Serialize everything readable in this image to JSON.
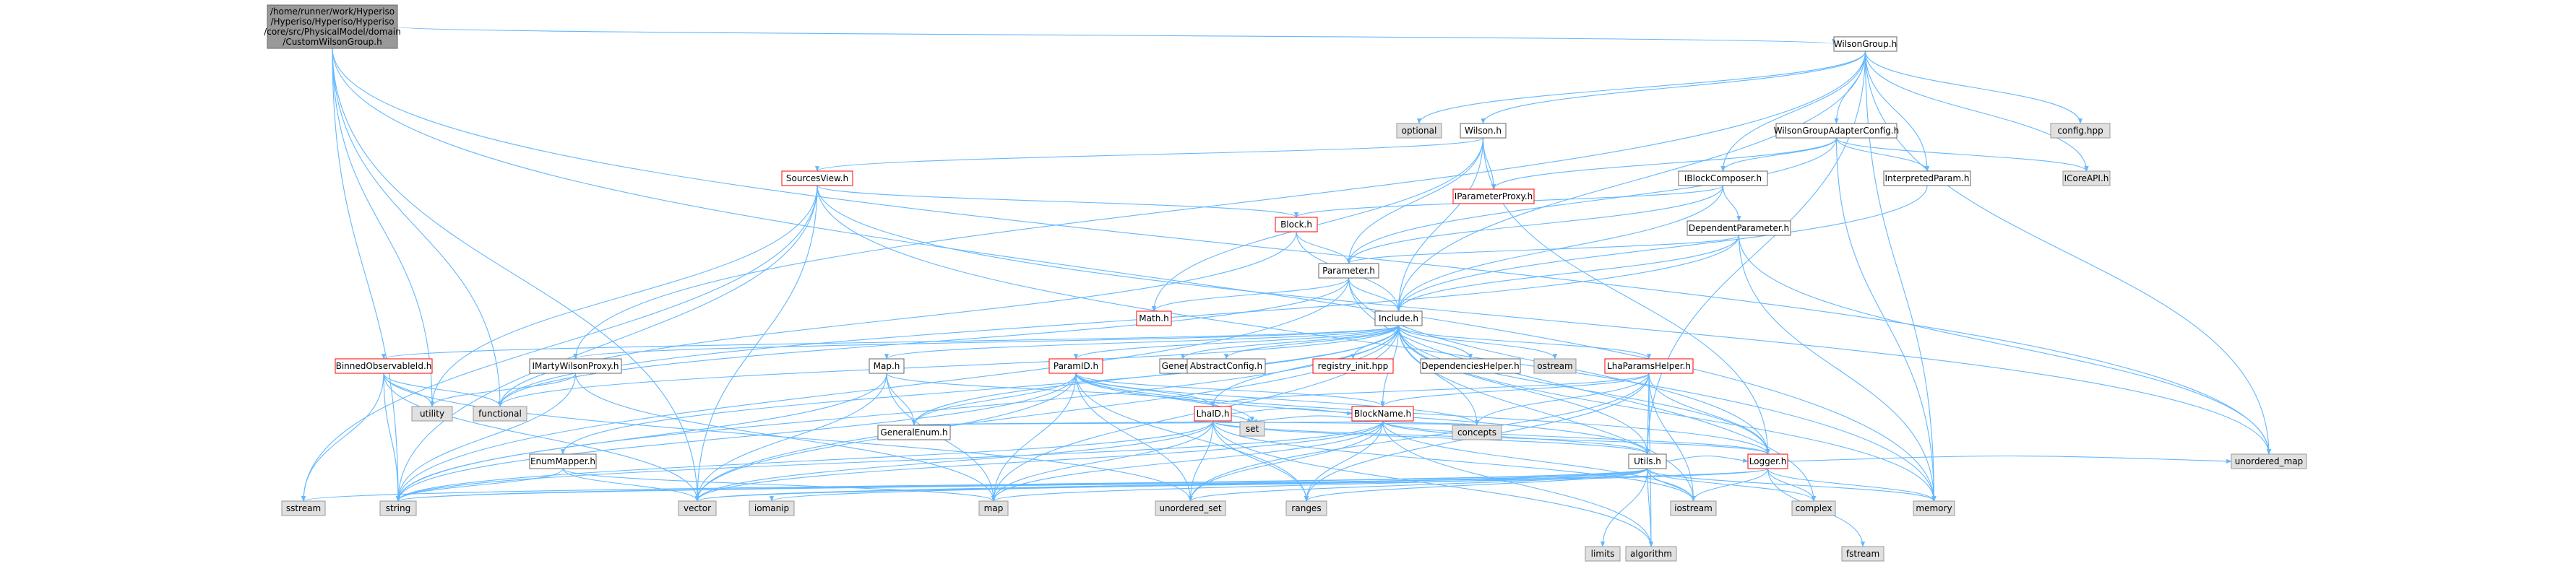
{
  "colors": {
    "edge": "#63b8ff",
    "node_fill": "#ffffff",
    "node_border": "#666666",
    "root_fill": "#999999",
    "external_fill": "#e0e0e0",
    "external_border": "#999999",
    "red_border": "#ff0000"
  },
  "nodes": [
    {
      "id": "root",
      "kind": "root",
      "lines": [
        "/home/runner/work/Hyperiso",
        "/Hyperiso/Hyperiso/Hyperiso",
        "/core/src/PhysicalModel/domain",
        "/CustomWilsonGroup.h"
      ]
    },
    {
      "id": "WilsonGroup",
      "kind": "normal",
      "lines": [
        "WilsonGroup.h"
      ]
    },
    {
      "id": "optional",
      "kind": "external",
      "lines": [
        "optional"
      ]
    },
    {
      "id": "Wilson",
      "kind": "normal",
      "lines": [
        "Wilson.h"
      ]
    },
    {
      "id": "WilsonGroupAdapterConfig",
      "kind": "normal",
      "lines": [
        "WilsonGroupAdapterConfig.h"
      ]
    },
    {
      "id": "config",
      "kind": "external",
      "lines": [
        "config.hpp"
      ]
    },
    {
      "id": "SourcesView",
      "kind": "red",
      "lines": [
        "SourcesView.h"
      ]
    },
    {
      "id": "IParameterProxy",
      "kind": "red",
      "lines": [
        "IParameterProxy.h"
      ]
    },
    {
      "id": "IBlockComposer",
      "kind": "normal",
      "lines": [
        "IBlockComposer.h"
      ]
    },
    {
      "id": "InterpretedParam",
      "kind": "normal",
      "lines": [
        "InterpretedParam.h"
      ]
    },
    {
      "id": "ICoreAPI",
      "kind": "external",
      "lines": [
        "ICoreAPI.h"
      ]
    },
    {
      "id": "Block",
      "kind": "red",
      "lines": [
        "Block.h"
      ]
    },
    {
      "id": "DependentParameter",
      "kind": "normal",
      "lines": [
        "DependentParameter.h"
      ]
    },
    {
      "id": "Parameter",
      "kind": "normal",
      "lines": [
        "Parameter.h"
      ]
    },
    {
      "id": "Math",
      "kind": "red",
      "lines": [
        "Math.h"
      ]
    },
    {
      "id": "Include",
      "kind": "normal",
      "lines": [
        "Include.h"
      ]
    },
    {
      "id": "BinnedObservableId",
      "kind": "red",
      "lines": [
        "BinnedObservableId.h"
      ]
    },
    {
      "id": "IMartyWilsonProxy",
      "kind": "normal",
      "lines": [
        "IMartyWilsonProxy.h"
      ]
    },
    {
      "id": "Map",
      "kind": "normal",
      "lines": [
        "Map.h"
      ]
    },
    {
      "id": "ParamID",
      "kind": "red",
      "lines": [
        "ParamID.h"
      ]
    },
    {
      "id": "General",
      "kind": "normal",
      "lines": [
        "General.h"
      ]
    },
    {
      "id": "AbstractConfig",
      "kind": "normal",
      "lines": [
        "AbstractConfig.h"
      ]
    },
    {
      "id": "registry_init",
      "kind": "red",
      "lines": [
        "registry_init.hpp"
      ]
    },
    {
      "id": "DependenciesHelper",
      "kind": "normal",
      "lines": [
        "DependenciesHelper.h"
      ]
    },
    {
      "id": "ostream",
      "kind": "external",
      "lines": [
        "ostream"
      ]
    },
    {
      "id": "LhaParamsHelper",
      "kind": "red",
      "lines": [
        "LhaParamsHelper.h"
      ]
    },
    {
      "id": "utility",
      "kind": "external",
      "lines": [
        "utility"
      ]
    },
    {
      "id": "functional",
      "kind": "external",
      "lines": [
        "functional"
      ]
    },
    {
      "id": "LhaID",
      "kind": "red",
      "lines": [
        "LhaID.h"
      ]
    },
    {
      "id": "BlockName",
      "kind": "red",
      "lines": [
        "BlockName.h"
      ]
    },
    {
      "id": "set",
      "kind": "external",
      "lines": [
        "set"
      ]
    },
    {
      "id": "concepts",
      "kind": "external",
      "lines": [
        "concepts"
      ]
    },
    {
      "id": "EnumMapper",
      "kind": "normal",
      "lines": [
        "EnumMapper.h"
      ]
    },
    {
      "id": "GeneralEnum",
      "kind": "normal",
      "lines": [
        "GeneralEnum.h"
      ]
    },
    {
      "id": "Utils",
      "kind": "normal",
      "lines": [
        "Utils.h"
      ]
    },
    {
      "id": "Logger",
      "kind": "red",
      "lines": [
        "Logger.h"
      ]
    },
    {
      "id": "sstream",
      "kind": "external",
      "lines": [
        "sstream"
      ]
    },
    {
      "id": "string",
      "kind": "external",
      "lines": [
        "string"
      ]
    },
    {
      "id": "vector",
      "kind": "external",
      "lines": [
        "vector"
      ]
    },
    {
      "id": "iomanip",
      "kind": "external",
      "lines": [
        "iomanip"
      ]
    },
    {
      "id": "map",
      "kind": "external",
      "lines": [
        "map"
      ]
    },
    {
      "id": "unordered_set",
      "kind": "external",
      "lines": [
        "unordered_set"
      ]
    },
    {
      "id": "ranges",
      "kind": "external",
      "lines": [
        "ranges"
      ]
    },
    {
      "id": "limits",
      "kind": "external",
      "lines": [
        "limits"
      ]
    },
    {
      "id": "algorithm",
      "kind": "external",
      "lines": [
        "algorithm"
      ]
    },
    {
      "id": "iostream",
      "kind": "external",
      "lines": [
        "iostream"
      ]
    },
    {
      "id": "complex",
      "kind": "external",
      "lines": [
        "complex"
      ]
    },
    {
      "id": "fstream",
      "kind": "external",
      "lines": [
        "fstream"
      ]
    },
    {
      "id": "memory",
      "kind": "external",
      "lines": [
        "memory"
      ]
    },
    {
      "id": "unordered_map",
      "kind": "external",
      "lines": [
        "unordered_map"
      ]
    }
  ],
  "edges": [
    [
      "root",
      "WilsonGroup"
    ],
    [
      "root",
      "functional"
    ],
    [
      "root",
      "utility"
    ],
    [
      "root",
      "string"
    ],
    [
      "root",
      "vector"
    ],
    [
      "root",
      "unordered_map"
    ],
    [
      "root",
      "memory"
    ],
    [
      "WilsonGroup",
      "optional"
    ],
    [
      "WilsonGroup",
      "Wilson"
    ],
    [
      "WilsonGroup",
      "WilsonGroupAdapterConfig"
    ],
    [
      "WilsonGroup",
      "config"
    ],
    [
      "WilsonGroup",
      "IBlockComposer"
    ],
    [
      "WilsonGroup",
      "InterpretedParam"
    ],
    [
      "WilsonGroup",
      "ICoreAPI"
    ],
    [
      "WilsonGroup",
      "IMartyWilsonProxy"
    ],
    [
      "WilsonGroup",
      "Include"
    ],
    [
      "WilsonGroup",
      "Utils"
    ],
    [
      "WilsonGroup",
      "unordered_map"
    ],
    [
      "WilsonGroup",
      "memory"
    ],
    [
      "Wilson",
      "SourcesView"
    ],
    [
      "Wilson",
      "IParameterProxy"
    ],
    [
      "Wilson",
      "Parameter"
    ],
    [
      "Wilson",
      "Include"
    ],
    [
      "Wilson",
      "Math"
    ],
    [
      "Wilson",
      "Logger"
    ],
    [
      "WilsonGroupAdapterConfig",
      "IParameterProxy"
    ],
    [
      "WilsonGroupAdapterConfig",
      "IBlockComposer"
    ],
    [
      "WilsonGroupAdapterConfig",
      "InterpretedParam"
    ],
    [
      "WilsonGroupAdapterConfig",
      "ICoreAPI"
    ],
    [
      "WilsonGroupAdapterConfig",
      "Parameter"
    ],
    [
      "WilsonGroupAdapterConfig",
      "memory"
    ],
    [
      "SourcesView",
      "Block"
    ],
    [
      "SourcesView",
      "utility"
    ],
    [
      "SourcesView",
      "sstream"
    ],
    [
      "SourcesView",
      "string"
    ],
    [
      "SourcesView",
      "vector"
    ],
    [
      "SourcesView",
      "memory"
    ],
    [
      "SourcesView",
      "unordered_map"
    ],
    [
      "IBlockComposer",
      "Block"
    ],
    [
      "IBlockComposer",
      "DependentParameter"
    ],
    [
      "IBlockComposer",
      "Parameter"
    ],
    [
      "IBlockComposer",
      "Include"
    ],
    [
      "InterpretedParam",
      "Include"
    ],
    [
      "Block",
      "Parameter"
    ],
    [
      "Block",
      "Include"
    ],
    [
      "Block",
      "functional"
    ],
    [
      "DependentParameter",
      "Parameter"
    ],
    [
      "DependentParameter",
      "Include"
    ],
    [
      "DependentParameter",
      "functional"
    ],
    [
      "DependentParameter",
      "memory"
    ],
    [
      "DependentParameter",
      "unordered_map"
    ],
    [
      "Parameter",
      "Include"
    ],
    [
      "Parameter",
      "Math"
    ],
    [
      "Parameter",
      "Logger"
    ],
    [
      "Parameter",
      "functional"
    ],
    [
      "Parameter",
      "string"
    ],
    [
      "Parameter",
      "complex"
    ],
    [
      "Include",
      "BinnedObservableId"
    ],
    [
      "Include",
      "IMartyWilsonProxy"
    ],
    [
      "Include",
      "Map"
    ],
    [
      "Include",
      "ParamID"
    ],
    [
      "Include",
      "General"
    ],
    [
      "Include",
      "AbstractConfig"
    ],
    [
      "Include",
      "registry_init"
    ],
    [
      "Include",
      "DependenciesHelper"
    ],
    [
      "Include",
      "ostream"
    ],
    [
      "Include",
      "LhaParamsHelper"
    ],
    [
      "Include",
      "EnumMapper"
    ],
    [
      "Include",
      "GeneralEnum"
    ],
    [
      "Include",
      "BlockName"
    ],
    [
      "Include",
      "LhaID"
    ],
    [
      "Include",
      "Utils"
    ],
    [
      "Include",
      "Logger"
    ],
    [
      "Include",
      "concepts"
    ],
    [
      "Include",
      "map"
    ],
    [
      "Include",
      "vector"
    ],
    [
      "Include",
      "memory"
    ],
    [
      "Include",
      "functional"
    ],
    [
      "Include",
      "string"
    ],
    [
      "Include",
      "iostream"
    ],
    [
      "DependenciesHelper",
      "Include"
    ],
    [
      "BinnedObservableId",
      "utility"
    ],
    [
      "BinnedObservableId",
      "functional"
    ],
    [
      "BinnedObservableId",
      "sstream"
    ],
    [
      "BinnedObservableId",
      "string"
    ],
    [
      "BinnedObservableId",
      "vector"
    ],
    [
      "BinnedObservableId",
      "unordered_set"
    ],
    [
      "IMartyWilsonProxy",
      "string"
    ],
    [
      "IMartyWilsonProxy",
      "utility"
    ],
    [
      "IMartyWilsonProxy",
      "map"
    ],
    [
      "Map",
      "LhaID"
    ],
    [
      "Map",
      "GeneralEnum"
    ],
    [
      "Map",
      "map"
    ],
    [
      "Map",
      "string"
    ],
    [
      "Map",
      "vector"
    ],
    [
      "ParamID",
      "LhaID"
    ],
    [
      "ParamID",
      "BlockName"
    ],
    [
      "ParamID",
      "GeneralEnum"
    ],
    [
      "ParamID",
      "set"
    ],
    [
      "ParamID",
      "concepts"
    ],
    [
      "ParamID",
      "string"
    ],
    [
      "ParamID",
      "vector"
    ],
    [
      "ParamID",
      "unordered_set"
    ],
    [
      "ParamID",
      "Utils"
    ],
    [
      "ParamID",
      "Logger"
    ],
    [
      "ParamID",
      "map"
    ],
    [
      "ParamID",
      "ranges"
    ],
    [
      "LhaParamsHelper",
      "BlockName"
    ],
    [
      "LhaParamsHelper",
      "LhaID"
    ],
    [
      "LhaParamsHelper",
      "Utils"
    ],
    [
      "LhaParamsHelper",
      "Logger"
    ],
    [
      "LhaParamsHelper",
      "concepts"
    ],
    [
      "LhaParamsHelper",
      "algorithm"
    ],
    [
      "LhaParamsHelper",
      "ranges"
    ],
    [
      "LhaParamsHelper",
      "unordered_set"
    ],
    [
      "LhaParamsHelper",
      "iostream"
    ],
    [
      "LhaID",
      "BlockName"
    ],
    [
      "LhaID",
      "GeneralEnum"
    ],
    [
      "LhaID",
      "set"
    ],
    [
      "LhaID",
      "concepts"
    ],
    [
      "LhaID",
      "Utils"
    ],
    [
      "LhaID",
      "Logger"
    ],
    [
      "LhaID",
      "string"
    ],
    [
      "LhaID",
      "vector"
    ],
    [
      "LhaID",
      "map"
    ],
    [
      "LhaID",
      "unordered_set"
    ],
    [
      "LhaID",
      "ranges"
    ],
    [
      "LhaID",
      "iostream"
    ],
    [
      "LhaID",
      "algorithm"
    ],
    [
      "BlockName",
      "GeneralEnum"
    ],
    [
      "BlockName",
      "set"
    ],
    [
      "BlockName",
      "concepts"
    ],
    [
      "BlockName",
      "Utils"
    ],
    [
      "BlockName",
      "Logger"
    ],
    [
      "BlockName",
      "string"
    ],
    [
      "BlockName",
      "vector"
    ],
    [
      "BlockName",
      "map"
    ],
    [
      "BlockName",
      "unordered_set"
    ],
    [
      "BlockName",
      "ranges"
    ],
    [
      "BlockName",
      "algorithm"
    ],
    [
      "BlockName",
      "iostream"
    ],
    [
      "EnumMapper",
      "string"
    ],
    [
      "EnumMapper",
      "vector"
    ],
    [
      "EnumMapper",
      "map"
    ],
    [
      "Utils",
      "sstream"
    ],
    [
      "Utils",
      "string"
    ],
    [
      "Utils",
      "vector"
    ],
    [
      "Utils",
      "iomanip"
    ],
    [
      "Utils",
      "map"
    ],
    [
      "Utils",
      "unordered_set"
    ],
    [
      "Utils",
      "ranges"
    ],
    [
      "Utils",
      "limits"
    ],
    [
      "Utils",
      "algorithm"
    ],
    [
      "Utils",
      "iostream"
    ],
    [
      "Utils",
      "complex"
    ],
    [
      "Utils",
      "memory"
    ],
    [
      "Utils",
      "Logger"
    ],
    [
      "Logger",
      "iostream"
    ],
    [
      "Logger",
      "complex"
    ],
    [
      "Logger",
      "fstream"
    ],
    [
      "Logger",
      "memory"
    ],
    [
      "Logger",
      "unordered_map"
    ],
    [
      "Logger",
      "string"
    ],
    [
      "Logger",
      "vector"
    ]
  ]
}
